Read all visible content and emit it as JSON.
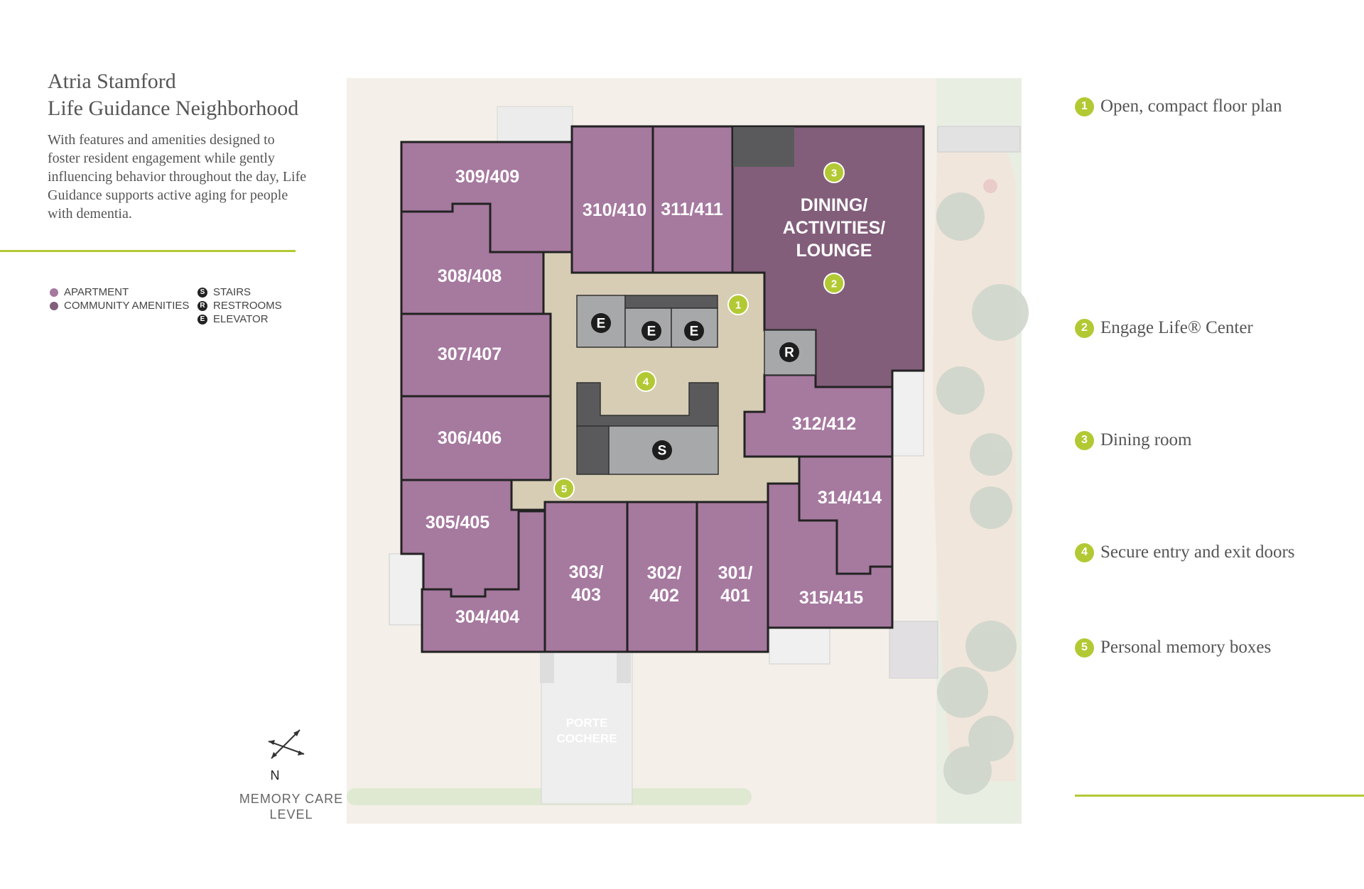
{
  "header": {
    "title_line1": "Atria Stamford",
    "title_line2": "Life Guidance Neighborhood",
    "description": "With features and amenities designed to foster resident engagement while gently influencing behavior throughout the day, Life Guidance supports active aging for people with dementia."
  },
  "legend": {
    "apartment": "APARTMENT",
    "community": "COMMUNITY AMENITIES",
    "stairs": "STAIRS",
    "restrooms": "RESTROOMS",
    "elevator": "ELEVATOR",
    "stairs_symbol": "S",
    "restrooms_symbol": "R",
    "elevator_symbol": "E"
  },
  "colors": {
    "apartment": "#a6799f",
    "community": "#825e7b",
    "corridor": "#d6cdb4",
    "accent": "#b3c934",
    "service_dark": "#5a5a5c",
    "service_light": "#a7a8aa"
  },
  "rooms": {
    "r309": "309/409",
    "r308": "308/408",
    "r307": "307/407",
    "r306": "306/406",
    "r305": "305/405",
    "r304": "304/404",
    "r303a": "303/",
    "r303b": "403",
    "r302a": "302/",
    "r302b": "402",
    "r301a": "301/",
    "r301b": "401",
    "r310": "310/410",
    "r311": "311/411",
    "r312": "312/412",
    "r314": "314/414",
    "r315": "315/415",
    "dining1": "DINING/",
    "dining2": "ACTIVITIES/",
    "dining3": "LOUNGE",
    "porte1": "PORTE",
    "porte2": "COCHERE"
  },
  "map_markers": {
    "m1": "1",
    "m2": "2",
    "m3": "3",
    "m4": "4",
    "m5": "5",
    "e": "E",
    "s": "S",
    "r": "R"
  },
  "features": [
    {
      "num": "1",
      "label": "Open, compact floor plan"
    },
    {
      "num": "2",
      "label": "Engage Life® Center"
    },
    {
      "num": "3",
      "label": "Dining room"
    },
    {
      "num": "4",
      "label": "Secure entry and exit doors"
    },
    {
      "num": "5",
      "label": "Personal memory boxes"
    }
  ],
  "compass": {
    "north": "N"
  },
  "level": {
    "line1": "MEMORY CARE",
    "line2": "LEVEL"
  }
}
